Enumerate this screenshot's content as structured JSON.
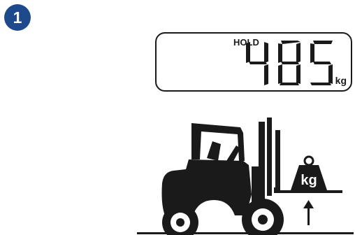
{
  "step": {
    "number": "1",
    "color": "#1e4a8c"
  },
  "display": {
    "mode": "HOLD",
    "value": "485",
    "unit": "kg"
  },
  "load": {
    "label": "kg"
  }
}
